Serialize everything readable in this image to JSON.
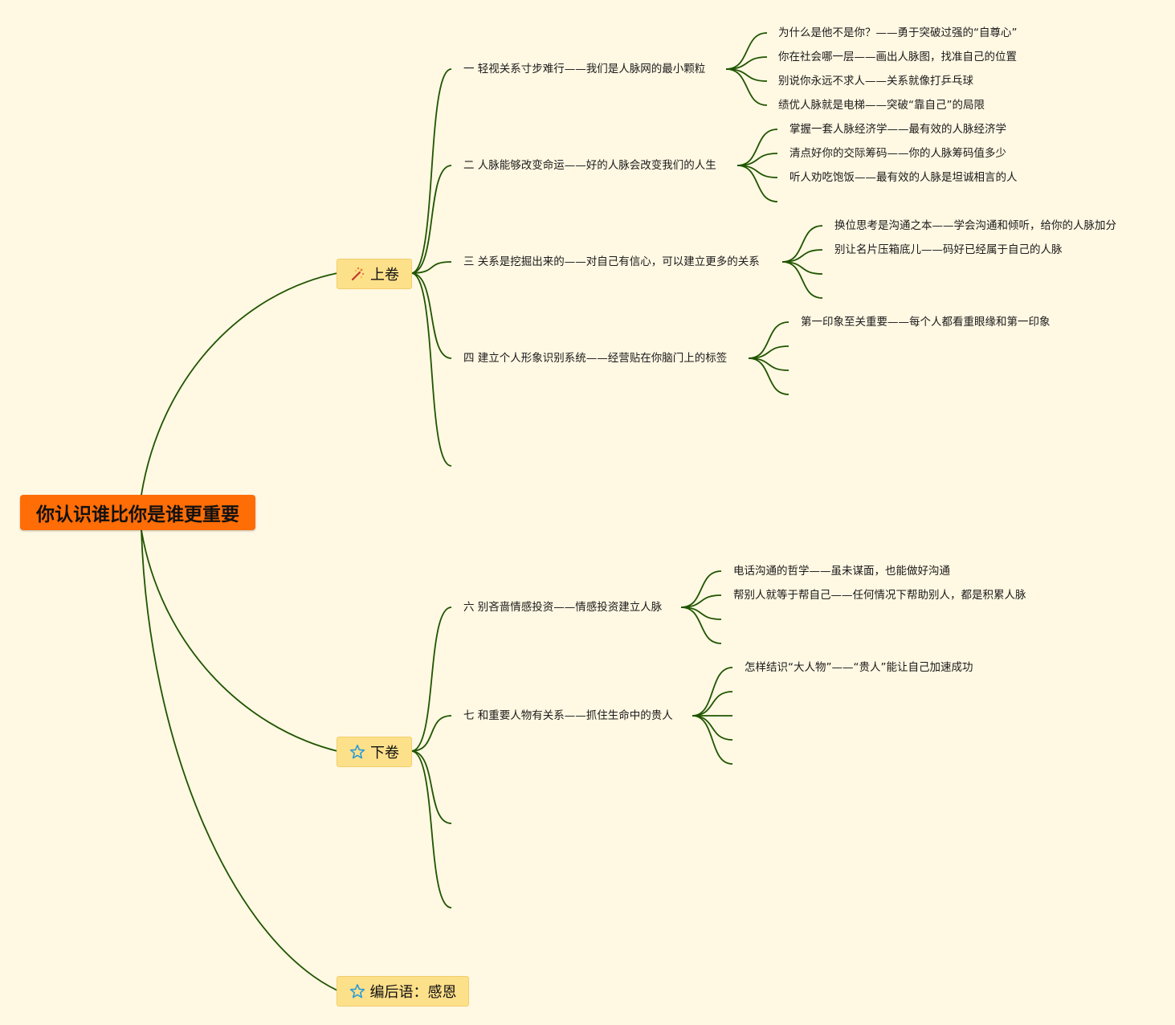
{
  "colors": {
    "background": "#FFF8E3",
    "root": "#FF6D06",
    "section": "#FDE08A",
    "line": "#1F5500"
  },
  "root": {
    "title": "你认识谁比你是谁更重要"
  },
  "sections": {
    "upper": {
      "label": "上卷",
      "icon": "fireworks-icon",
      "chapters": [
        {
          "title": "一 轻视关系寸步难行——我们是人脉网的最小颗粒",
          "topics": [
            "为什么是他不是你？——勇于突破过强的“自尊心”",
            "你在社会哪一层——画出人脉图，找准自己的位置",
            "别说你永远不求人——关系就像打乒乓球",
            "绩优人脉就是电梯——突破“靠自己”的局限"
          ]
        },
        {
          "title": "二 人脉能够改变命运——好的人脉会改变我们的人生",
          "topics": [
            "掌握一套人脉经济学——最有效的人脉经济学",
            "清点好你的交际筹码——你的人脉筹码值多少",
            "听人劝吃饱饭——最有效的人脉是坦诚相言的人"
          ]
        },
        {
          "title": "三 关系是挖掘出来的——对自己有信心，可以建立更多的关系",
          "topics": [
            "换位思考是沟通之本——学会沟通和倾听，给你的人脉加分",
            "别让名片压箱底儿——码好已经属于自己的人脉"
          ]
        },
        {
          "title": "四 建立个人形象识别系统——经营贴在你脑门上的标签",
          "topics": [
            "第一印象至关重要——每个人都看重眼缘和第一印象"
          ]
        }
      ]
    },
    "lower": {
      "label": "下卷",
      "icon": "star-icon",
      "chapters": [
        {
          "title": "六 别吝啬情感投资——情感投资建立人脉",
          "topics": [
            "电话沟通的哲学——虽未谋面，也能做好沟通",
            "帮别人就等于帮自己——任何情况下帮助别人，都是积累人脉"
          ]
        },
        {
          "title": "七 和重要人物有关系——抓住生命中的贵人",
          "topics": [
            "怎样结识“大人物”——“贵人”能让自己加速成功"
          ]
        }
      ]
    },
    "epilogue": {
      "label": "编后语：感恩",
      "icon": "star-icon"
    }
  }
}
